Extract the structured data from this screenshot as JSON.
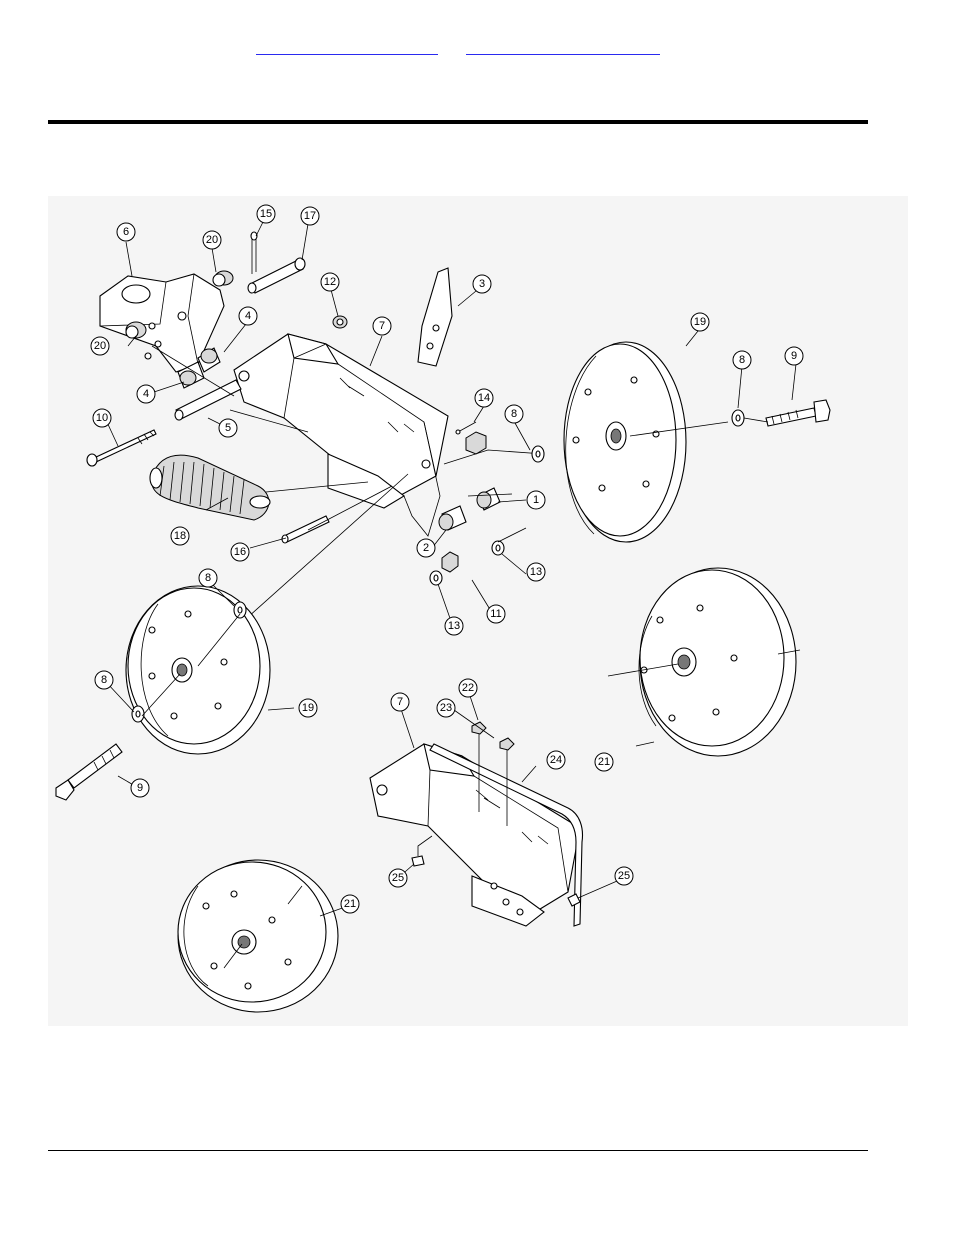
{
  "header": {
    "link_one": "",
    "link_two": ""
  },
  "callouts": [
    {
      "id": "c-6",
      "label": "6"
    },
    {
      "id": "c-20a",
      "label": "20"
    },
    {
      "id": "c-15",
      "label": "15"
    },
    {
      "id": "c-17",
      "label": "17"
    },
    {
      "id": "c-12",
      "label": "12"
    },
    {
      "id": "c-3",
      "label": "3"
    },
    {
      "id": "c-4a",
      "label": "4"
    },
    {
      "id": "c-7a",
      "label": "7"
    },
    {
      "id": "c-20b",
      "label": "20"
    },
    {
      "id": "c-4b",
      "label": "4"
    },
    {
      "id": "c-19a",
      "label": "19"
    },
    {
      "id": "c-8a",
      "label": "8"
    },
    {
      "id": "c-9a",
      "label": "9"
    },
    {
      "id": "c-10",
      "label": "10"
    },
    {
      "id": "c-5",
      "label": "5"
    },
    {
      "id": "c-14",
      "label": "14"
    },
    {
      "id": "c-8b",
      "label": "8"
    },
    {
      "id": "c-1",
      "label": "1"
    },
    {
      "id": "c-18",
      "label": "18"
    },
    {
      "id": "c-2",
      "label": "2"
    },
    {
      "id": "c-16",
      "label": "16"
    },
    {
      "id": "c-13a",
      "label": "13"
    },
    {
      "id": "c-11",
      "label": "11"
    },
    {
      "id": "c-13b",
      "label": "13"
    },
    {
      "id": "c-8c",
      "label": "8"
    },
    {
      "id": "c-22",
      "label": "22"
    },
    {
      "id": "c-8d",
      "label": "8"
    },
    {
      "id": "c-19b",
      "label": "19"
    },
    {
      "id": "c-7b",
      "label": "7"
    },
    {
      "id": "c-23",
      "label": "23"
    },
    {
      "id": "c-24",
      "label": "24"
    },
    {
      "id": "c-21a",
      "label": "21"
    },
    {
      "id": "c-9b",
      "label": "9"
    },
    {
      "id": "c-25a",
      "label": "25"
    },
    {
      "id": "c-25b",
      "label": "25"
    },
    {
      "id": "c-21b",
      "label": "21"
    }
  ]
}
